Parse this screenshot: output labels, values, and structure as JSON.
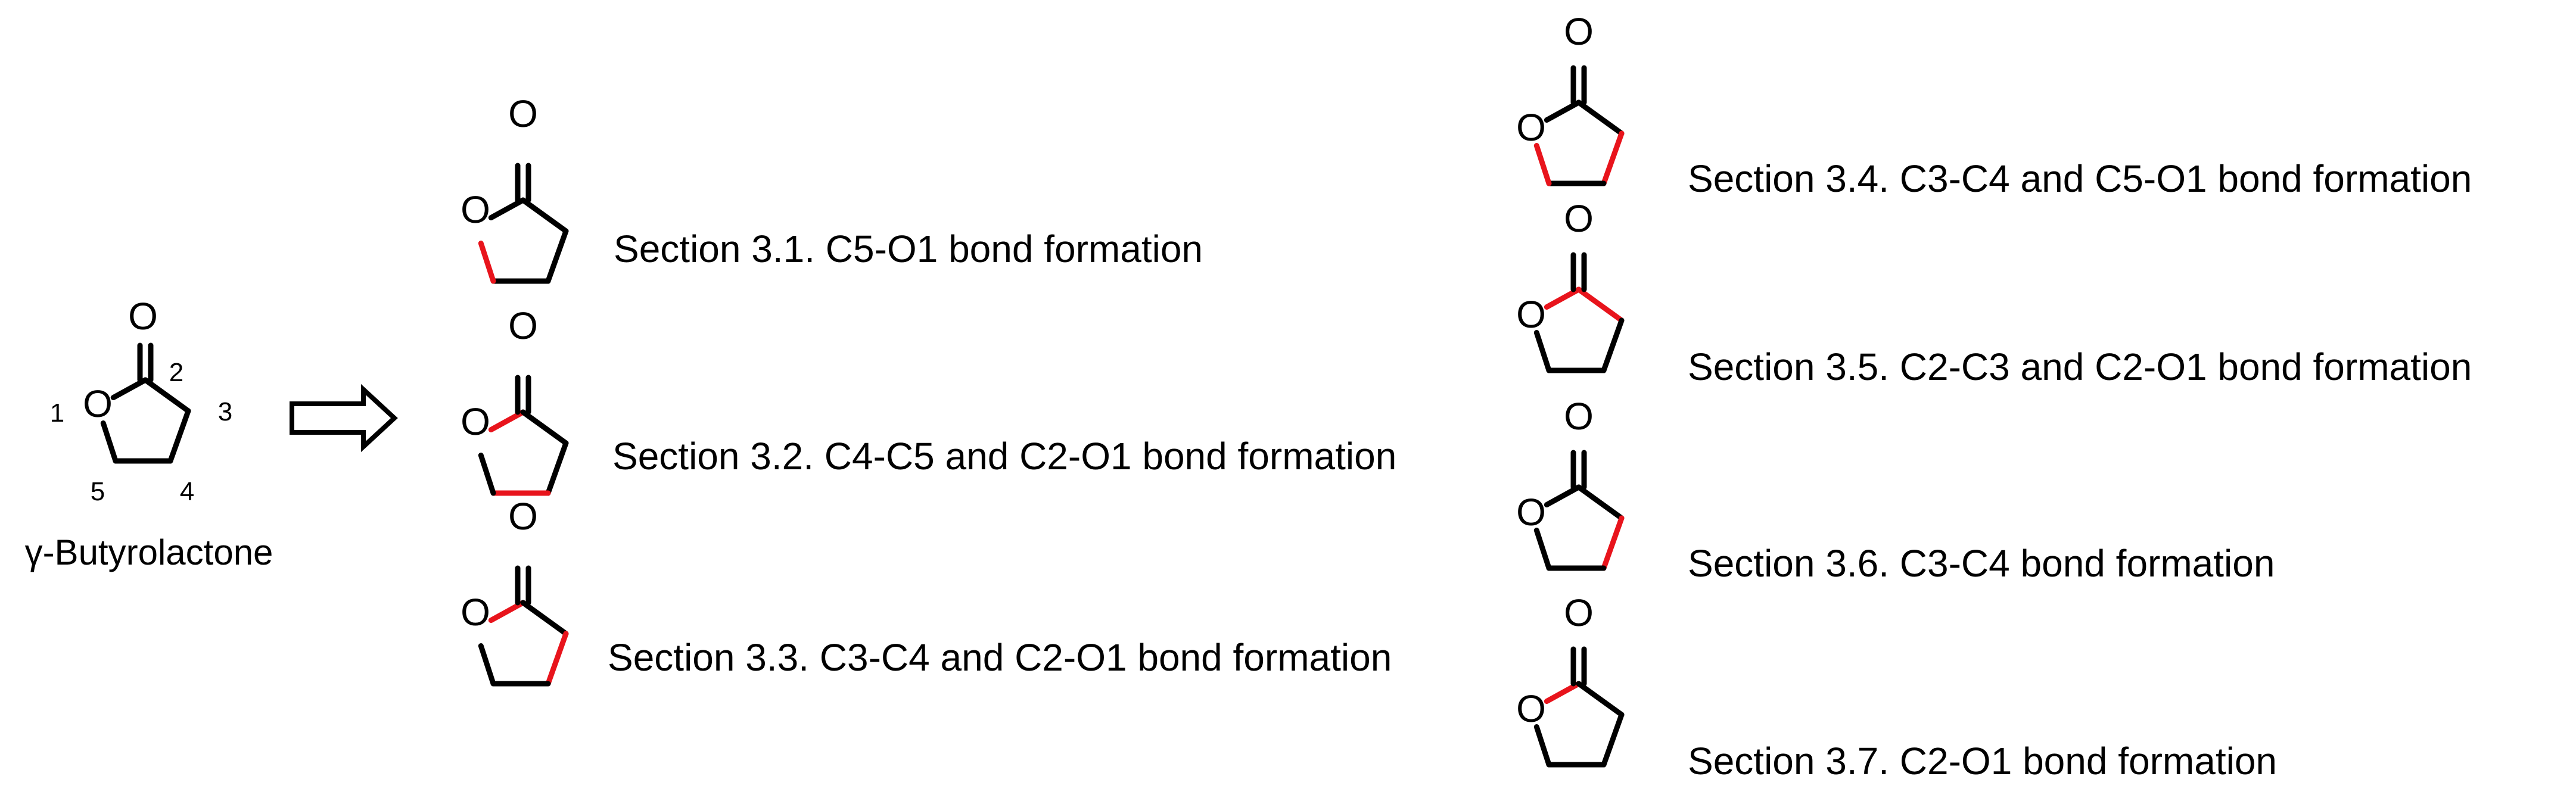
{
  "colors": {
    "bond": "#000000",
    "new_bond": "#e8141c",
    "text": "#000000"
  },
  "parent": {
    "name": "γ-Butyrolactone",
    "carbonyl_o": "O",
    "ring_o": "O",
    "numbers": [
      "1",
      "2",
      "3",
      "4",
      "5"
    ]
  },
  "atoms": {
    "o": "O"
  },
  "structures": [
    {
      "id": "s31",
      "caption": "Section 3.1. C5-O1 bond formation",
      "highlight": [
        "C5-O1"
      ]
    },
    {
      "id": "s32",
      "caption": "Section 3.2. C4-C5 and C2-O1 bond formation",
      "highlight": [
        "C4-C5",
        "C2-O1"
      ]
    },
    {
      "id": "s33",
      "caption": "Section 3.3. C3-C4 and C2-O1 bond formation",
      "highlight": [
        "C3-C4",
        "C2-O1"
      ]
    },
    {
      "id": "s34",
      "caption": "Section 3.4. C3-C4 and C5-O1 bond formation",
      "highlight": [
        "C3-C4",
        "C5-O1"
      ]
    },
    {
      "id": "s35",
      "caption": "Section 3.5. C2-C3 and C2-O1 bond formation",
      "highlight": [
        "C2-C3",
        "C2-O1"
      ]
    },
    {
      "id": "s36",
      "caption": "Section 3.6. C3-C4 bond formation",
      "highlight": [
        "C3-C4"
      ]
    },
    {
      "id": "s37",
      "caption": "Section 3.7. C2-O1 bond formation",
      "highlight": [
        "C2-O1"
      ]
    }
  ]
}
